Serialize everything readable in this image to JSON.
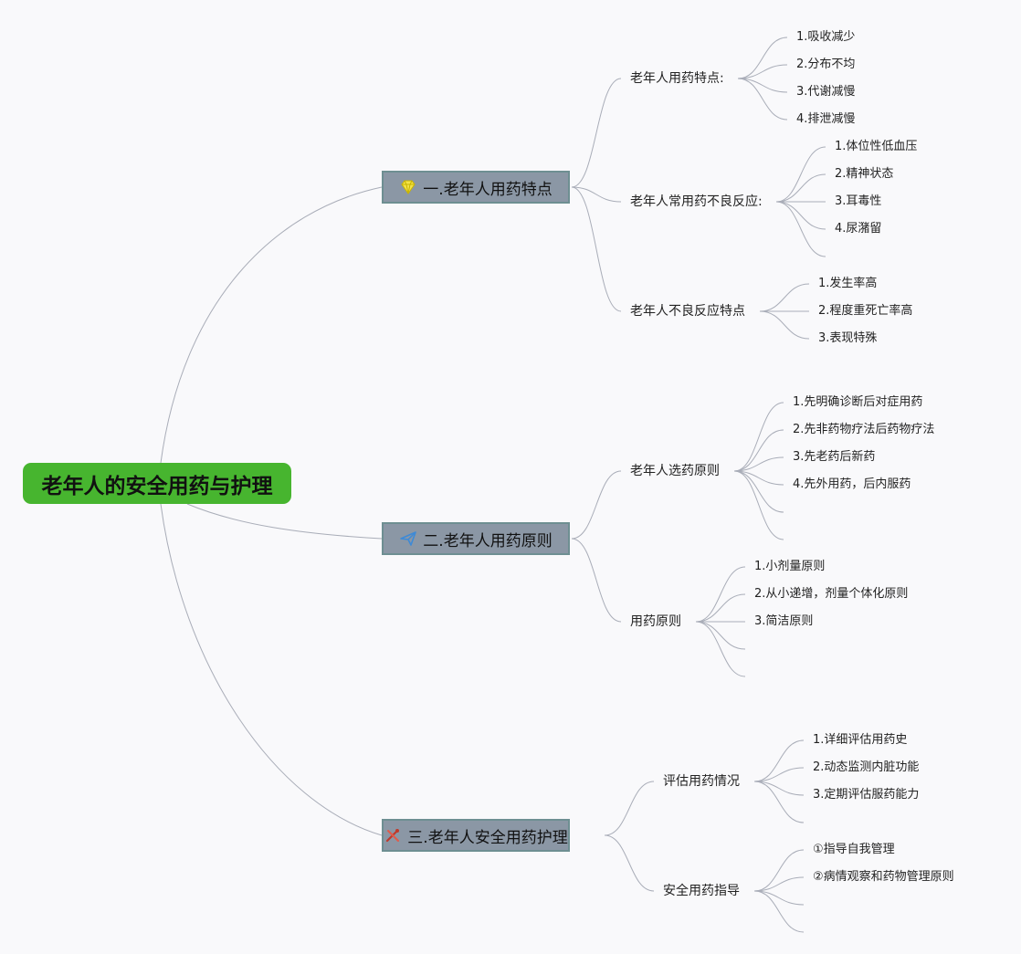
{
  "root": {
    "label": "老年人的安全用药与护理"
  },
  "branches": [
    {
      "label": "一.老年人用药特点",
      "icon": "gem-icon",
      "subs": [
        {
          "label": "老年人用药特点:",
          "items": [
            "1.吸收减少",
            "2.分布不均",
            "3.代谢减慢",
            "4.排泄减慢"
          ]
        },
        {
          "label": "老年人常用药不良反应:",
          "items": [
            "1.体位性低血压",
            "2.精神状态",
            "3.耳毒性",
            "4.尿潴留"
          ]
        },
        {
          "label": "老年人不良反应特点",
          "items": [
            "1.发生率高",
            "2.程度重死亡率高",
            "3.表现特殊"
          ]
        }
      ]
    },
    {
      "label": "二.老年人用药原则",
      "icon": "paper-plane-icon",
      "subs": [
        {
          "label": "老年人选药原则",
          "items": [
            "1.先明确诊断后对症用药",
            "2.先非药物疗法后药物疗法",
            "3.先老药后新药",
            "4.先外用药，后内服药"
          ]
        },
        {
          "label": "用药原则",
          "items": [
            "1.小剂量原则",
            "2.从小递增，剂量个体化原则",
            "3.简洁原则"
          ]
        }
      ]
    },
    {
      "label": "三.老年人安全用药护理",
      "icon": "tools-icon",
      "subs": [
        {
          "label": "评估用药情况",
          "items": [
            "1.详细评估用药史",
            "2.动态监测内脏功能",
            "3.定期评估服药能力"
          ]
        },
        {
          "label": "安全用药指导",
          "items": [
            "①指导自我管理",
            "②病情观察和药物管理原则"
          ]
        }
      ]
    }
  ]
}
